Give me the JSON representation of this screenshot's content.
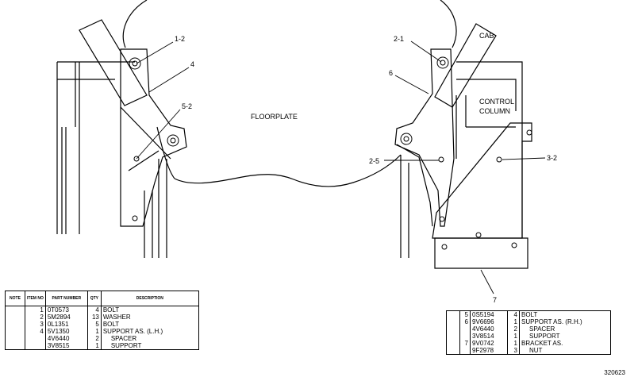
{
  "diagram": {
    "floorplate_label": "FLOORPLATE",
    "cab_label": "CAB",
    "control_column_label_line1": "CONTROL",
    "control_column_label_line2": "COLUMN",
    "callouts": {
      "c_1_2": "1-2",
      "c_4": "4",
      "c_5_2": "5-2",
      "c_2_1": "2-1",
      "c_6": "6",
      "c_2_5": "2-5",
      "c_3_2": "3-2",
      "c_7": "7"
    },
    "drawing_number": "320623"
  },
  "left_table": {
    "headers": {
      "note": "NOTE",
      "item": "ITEM NO",
      "part": "PART NUMBER",
      "qty": "QTY",
      "desc": "DESCRIPTION"
    },
    "rows": [
      {
        "item": "1",
        "part": "0T0573",
        "qty": "4",
        "desc": "BOLT"
      },
      {
        "item": "2",
        "part": "5M2894",
        "qty": "13",
        "desc": "WASHER"
      },
      {
        "item": "3",
        "part": "0L1351",
        "qty": "5",
        "desc": "BOLT"
      },
      {
        "item": "4",
        "part": "5V1350",
        "qty": "1",
        "desc": "SUPPORT AS. (L.H.)"
      },
      {
        "item": "",
        "part": "4V6440",
        "qty": "2",
        "desc": "SPACER"
      },
      {
        "item": "",
        "part": "3V8515",
        "qty": "1",
        "desc": "SUPPORT"
      }
    ]
  },
  "right_table": {
    "rows": [
      {
        "item": "5",
        "part": "0S5194",
        "qty": "4",
        "desc": "BOLT"
      },
      {
        "item": "6",
        "part": "9V6696",
        "qty": "1",
        "desc": "SUPPORT AS. (R.H.)"
      },
      {
        "item": "",
        "part": "4V6440",
        "qty": "2",
        "desc": "SPACER"
      },
      {
        "item": "",
        "part": "3V8514",
        "qty": "1",
        "desc": "SUPPORT"
      },
      {
        "item": "7",
        "part": "9V0742",
        "qty": "1",
        "desc": "BRACKET AS."
      },
      {
        "item": "",
        "part": "9F2978",
        "qty": "3",
        "desc": "NUT"
      }
    ]
  }
}
